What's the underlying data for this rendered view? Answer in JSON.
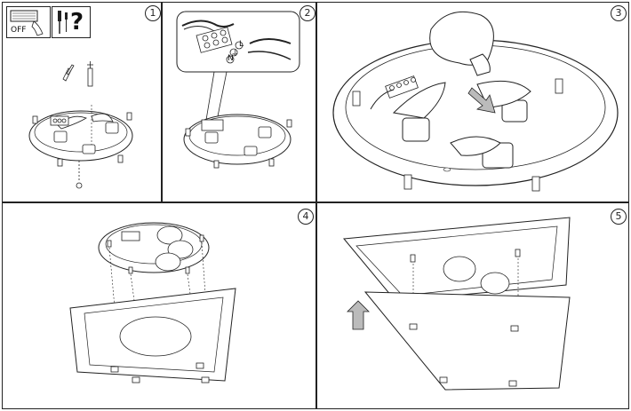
{
  "steps": [
    {
      "number": "1"
    },
    {
      "number": "2"
    },
    {
      "number": "3"
    },
    {
      "number": "4"
    },
    {
      "number": "5"
    }
  ],
  "warning": {
    "off_label": "OFF",
    "question_mark": "?"
  },
  "wiring_labels": {
    "live": "L",
    "neutral": "N",
    "earth": "⏚"
  },
  "colors": {
    "line": "#222222",
    "background": "#ffffff",
    "arrow_fill": "#bbbbbb"
  }
}
